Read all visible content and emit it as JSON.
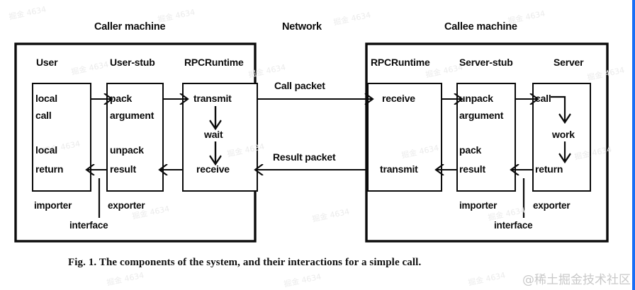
{
  "figure": {
    "caption": "Fig. 1.   The components of the system, and their interactions for a simple call.",
    "network_label": "Network",
    "machines": [
      {
        "id": "caller",
        "title": "Caller machine",
        "columns": [
          {
            "id": "user",
            "head": "User",
            "cells": [
              {
                "id": "local-call",
                "lines": [
                  "local",
                  "call"
                ]
              },
              {
                "id": "local-return",
                "lines": [
                  "local",
                  "return"
                ]
              }
            ]
          },
          {
            "id": "user-stub",
            "head": "User-stub",
            "cells": [
              {
                "id": "pack-argument",
                "lines": [
                  "pack",
                  "argument"
                ]
              },
              {
                "id": "unpack-result",
                "lines": [
                  "unpack",
                  "result"
                ]
              }
            ]
          },
          {
            "id": "rpcruntime-caller",
            "head": "RPCRuntime",
            "cells": [
              {
                "id": "transmit",
                "lines": [
                  "transmit"
                ]
              },
              {
                "id": "wait",
                "lines": [
                  "wait"
                ]
              },
              {
                "id": "receive",
                "lines": [
                  "receive"
                ]
              }
            ]
          }
        ],
        "annotations": {
          "importer": "importer",
          "exporter": "exporter",
          "interface": "interface"
        }
      },
      {
        "id": "callee",
        "title": "Callee machine",
        "columns": [
          {
            "id": "rpcruntime-callee",
            "head": "RPCRuntime",
            "cells": [
              {
                "id": "receive",
                "lines": [
                  "receive"
                ]
              },
              {
                "id": "transmit",
                "lines": [
                  "transmit"
                ]
              }
            ]
          },
          {
            "id": "server-stub",
            "head": "Server-stub",
            "cells": [
              {
                "id": "unpack-argument",
                "lines": [
                  "unpack",
                  "argument"
                ]
              },
              {
                "id": "pack-result",
                "lines": [
                  "pack",
                  "result"
                ]
              }
            ]
          },
          {
            "id": "server",
            "head": "Server",
            "cells": [
              {
                "id": "call",
                "lines": [
                  "call"
                ]
              },
              {
                "id": "work",
                "lines": [
                  "work"
                ]
              },
              {
                "id": "return",
                "lines": [
                  "return"
                ]
              }
            ]
          }
        ],
        "annotations": {
          "importer": "importer",
          "exporter": "exporter",
          "interface": "interface"
        }
      }
    ],
    "network_edges": [
      {
        "id": "call-packet",
        "label": "Call packet",
        "direction": "right"
      },
      {
        "id": "result-packet",
        "label": "Result packet",
        "direction": "left"
      }
    ],
    "colors": {
      "ink": "#0b0b0b",
      "paper": "#ffffff",
      "rail": "#1a6ff5",
      "watermark": "#c9c9c9"
    }
  },
  "watermarks": {
    "corner": "@稀土掘金技术社区",
    "tile": "掘金 4634"
  }
}
